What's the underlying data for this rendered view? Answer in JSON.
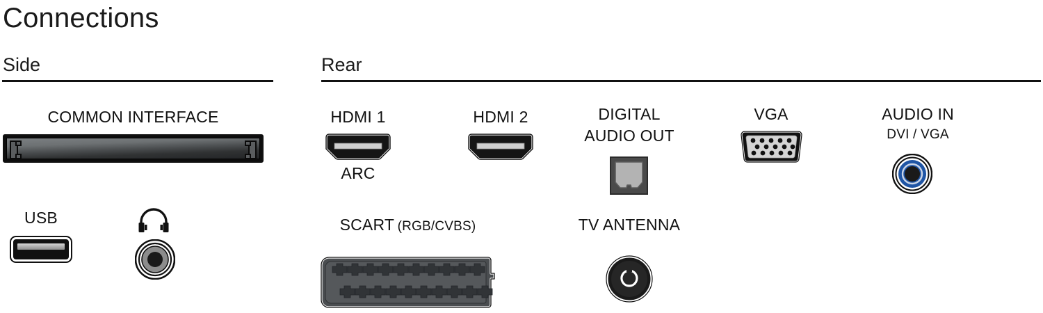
{
  "page": {
    "title": "Connections",
    "background_color": "#ffffff",
    "text_color": "#1a1a1a"
  },
  "sections": {
    "side": {
      "heading": "Side",
      "ports": [
        {
          "id": "common-interface",
          "label": "COMMON INTERFACE",
          "icon": "ci-slot-icon",
          "colors": {
            "body": "#0d0d0d",
            "interior_light": "#7b7f82",
            "interior_dark": "#232527"
          }
        },
        {
          "id": "usb",
          "label": "USB",
          "icon": "usb-port-icon",
          "colors": {
            "body": "#111111",
            "contact_bar": "#c9c9c9"
          }
        },
        {
          "id": "headphone",
          "label": "",
          "icon": "headphone-icon",
          "jack_color": "#8c8c8c",
          "colors": {
            "ring": "#111111",
            "body": "#8c8c8c",
            "hole": "#1a1a1a"
          }
        }
      ]
    },
    "rear": {
      "heading": "Rear",
      "ports": [
        {
          "id": "hdmi-1",
          "label": "HDMI 1",
          "sublabel": "ARC",
          "icon": "hdmi-port-icon",
          "colors": {
            "body": "#151515",
            "contact_bar": "#d0d0d0"
          }
        },
        {
          "id": "hdmi-2",
          "label": "HDMI 2",
          "sublabel": "",
          "icon": "hdmi-port-icon",
          "colors": {
            "body": "#151515",
            "contact_bar": "#d0d0d0"
          }
        },
        {
          "id": "digital-audio-out",
          "label_line1": "DIGITAL",
          "label_line2": "AUDIO OUT",
          "icon": "optical-toslink-port-icon",
          "colors": {
            "body": "#4a4a4a",
            "shutter": "#b3b3b3"
          }
        },
        {
          "id": "vga",
          "label": "VGA",
          "icon": "vga-port-icon",
          "pin_rows": [
            5,
            5,
            5
          ],
          "colors": {
            "body": "#111111",
            "interior": "#d4d4d4",
            "pins": "#111111"
          }
        },
        {
          "id": "audio-in",
          "label": "AUDIO IN",
          "sublabel": "DVI / VGA",
          "icon": "audio-jack-icon",
          "jack_color": "#1f55a5",
          "colors": {
            "ring": "#111111",
            "body": "#1f55a5",
            "hole": "#1a1a1a"
          }
        },
        {
          "id": "scart",
          "label": "SCART",
          "label_suffix": "(RGB/CVBS)",
          "icon": "scart-port-icon",
          "pin_rows": [
            10,
            10
          ],
          "colors": {
            "body": "#4a4d50",
            "pins": "#313437",
            "outline": "#111111"
          }
        },
        {
          "id": "tv-antenna",
          "label": "TV ANTENNA",
          "icon": "coax-antenna-port-icon",
          "colors": {
            "body": "#1a1a1a",
            "ring": "#111111",
            "center": "#ffffff"
          }
        }
      ]
    }
  }
}
